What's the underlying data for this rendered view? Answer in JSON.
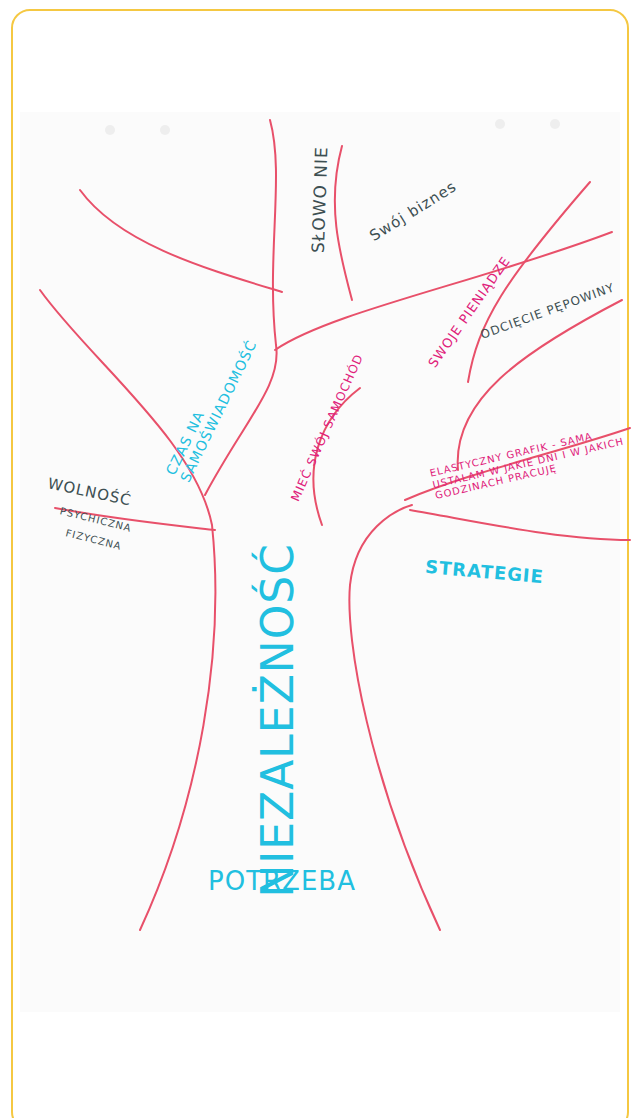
{
  "diagram": {
    "labels": [
      "SŁOWO NIE",
      "Swój biznes",
      "SWOJE PIENIĄDZE",
      "ODCIĘCIE PĘPOWINY",
      "CZAS NA SAMOŚWIADOMOŚĆ",
      "MIEĆ SWÓJ SAMOCHÓD",
      "ELASTYCZNY GRAFIK - SAMA USTALAM W JAKIE DNI I W JAKICH GODZINACH PRACUJĘ",
      "WOLNOŚĆ",
      "PSYCHICZNA",
      "FIZYCZNA",
      "STRATEGIE",
      "NIEZALEŻNOŚĆ",
      "POTRZEBA"
    ]
  }
}
